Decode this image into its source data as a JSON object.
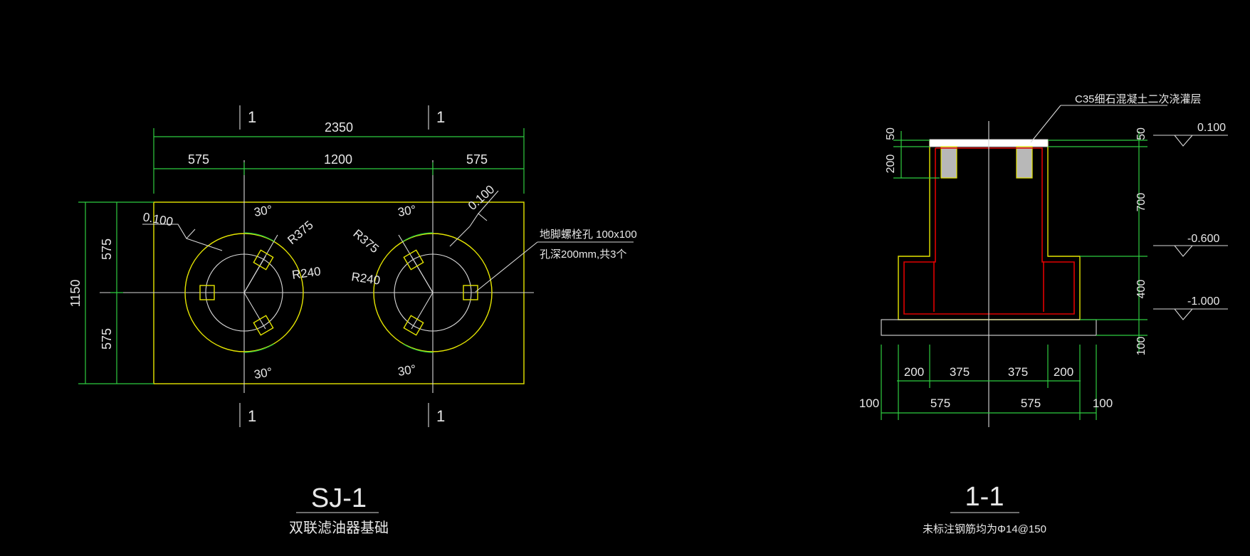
{
  "plan": {
    "dims": {
      "total": "2350",
      "left": "575",
      "middle": "1200",
      "right": "575",
      "height": "1150",
      "height_top": "575",
      "height_bottom": "575"
    },
    "section_marks": [
      "1",
      "1",
      "1",
      "1"
    ],
    "elev_left": "0.100",
    "elev_right": "0.100",
    "angles": [
      "30°",
      "30°",
      "30°",
      "30°"
    ],
    "radii": [
      "R375",
      "R240",
      "R375",
      "R240"
    ],
    "bolt_note_line1": "地脚螺栓孔 100x100",
    "bolt_note_line2": "孔深200mm,共3个",
    "title": "SJ-1",
    "subtitle": "双联滤油器基础"
  },
  "section": {
    "concrete_note": "C35细石混凝土二次浇灌层",
    "left_dims": [
      "50",
      "200"
    ],
    "right_dims": [
      "50",
      "700",
      "400",
      "100"
    ],
    "elevations": [
      "0.100",
      "-0.600",
      "-1.000"
    ],
    "bottom_row1": [
      "200",
      "375",
      "375",
      "200"
    ],
    "bottom_row2": [
      "100",
      "575",
      "575",
      "100"
    ],
    "title": "1-1",
    "subtitle": "未标注钢筋均为Φ14@150"
  },
  "colors": {
    "background": "#000000",
    "outline": "#e6e600",
    "dimension": "#2ecc40",
    "rebar": "#e00000",
    "text": "#e8e8e8"
  }
}
